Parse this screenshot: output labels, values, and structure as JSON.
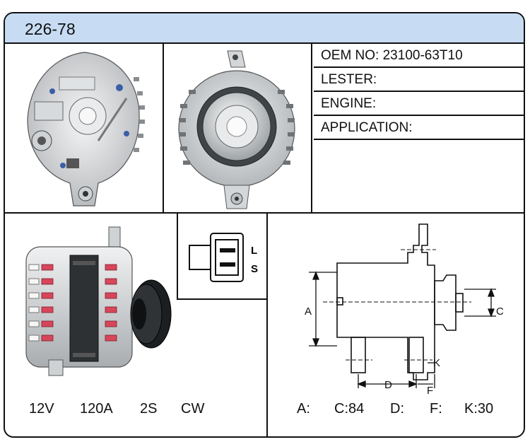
{
  "header": {
    "part_number": "226-78"
  },
  "info": {
    "oem": "OEM NO: 23100-63T10",
    "lester": "LESTER:",
    "engine": "ENGINE:",
    "application": "APPLICATION:"
  },
  "connector": {
    "pin_top": "L",
    "pin_bottom": "S"
  },
  "specs": {
    "voltage": "12V",
    "amperage": "120A",
    "pulley": "2S",
    "rotation": "CW"
  },
  "dimensions": {
    "diagram_labels": {
      "a": "A",
      "c": "C",
      "d": "D",
      "f": "F",
      "k": "K"
    },
    "a": "A:",
    "c": "C:84",
    "d": "D:",
    "f": "F:",
    "k": "K:30"
  },
  "colors": {
    "header_bg": "#c7dcf3",
    "border": "#111111",
    "accent_red": "#d8455a"
  },
  "icons": [
    "alternator-rear-view",
    "alternator-pulley-view",
    "alternator-side-view",
    "connector-plug",
    "dimension-drawing"
  ]
}
